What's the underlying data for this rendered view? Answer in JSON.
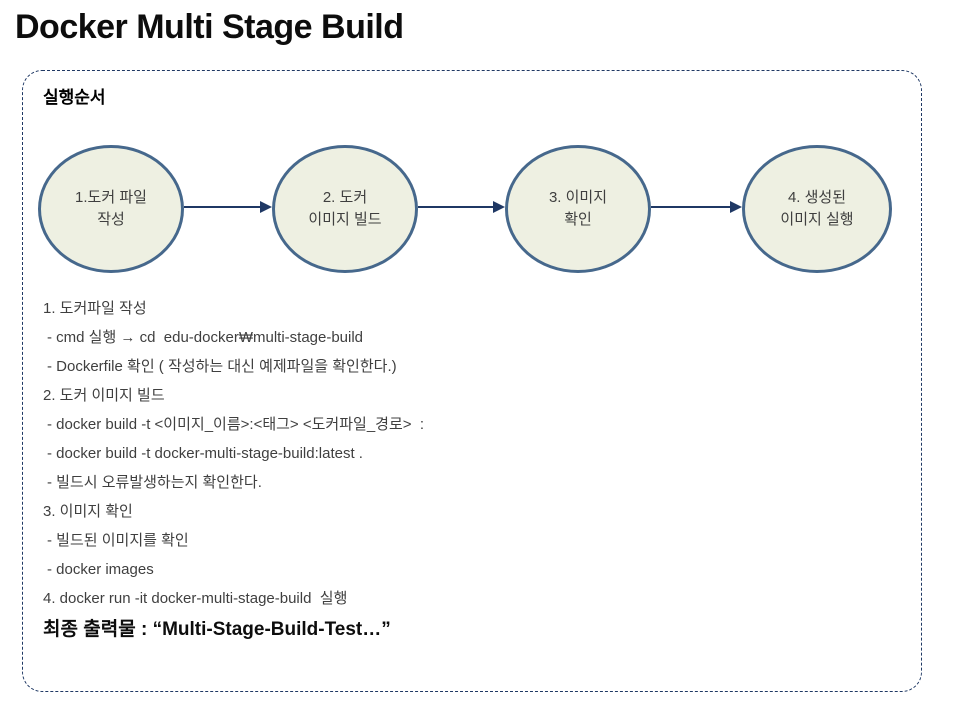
{
  "page": {
    "title": "Docker Multi Stage Build"
  },
  "panel": {
    "heading": "실행순서",
    "border_color": "#1f3864"
  },
  "flow": {
    "ellipse_fill": "#eef0e2",
    "ellipse_border": "#46688c",
    "arrow_color": "#1f3864",
    "steps": [
      {
        "label": "1.도커 파일\n작성"
      },
      {
        "label": "2. 도커\n이미지 빌드"
      },
      {
        "label": "3. 이미지\n확인"
      },
      {
        "label": "4. 생성된\n이미지 실행"
      }
    ]
  },
  "instructions": {
    "lines": [
      {
        "text": "1. 도커파일 작성"
      },
      {
        "text": "- cmd 실행 → cd  edu-docker₩multi-stage-build"
      },
      {
        "text": "- Dockerfile 확인 ( 작성하는 대신 예제파일을 확인한다.)"
      },
      {
        "text": "2. 도커 이미지 빌드"
      },
      {
        "text": "- docker build -t <이미지_이름>:<태그> <도커파일_경로>  :"
      },
      {
        "text": "- docker build -t docker-multi-stage-build:latest ."
      },
      {
        "text": "- 빌드시 오류발생하는지 확인한다."
      },
      {
        "text": "3. 이미지 확인"
      },
      {
        "text": "- 빌드된 이미지를 확인"
      },
      {
        "text": "- docker images"
      },
      {
        "text": "4. docker run -it docker-multi-stage-build  실행"
      },
      {
        "text": "최종 출력물 : “Multi-Stage-Build-Test…”"
      }
    ]
  }
}
